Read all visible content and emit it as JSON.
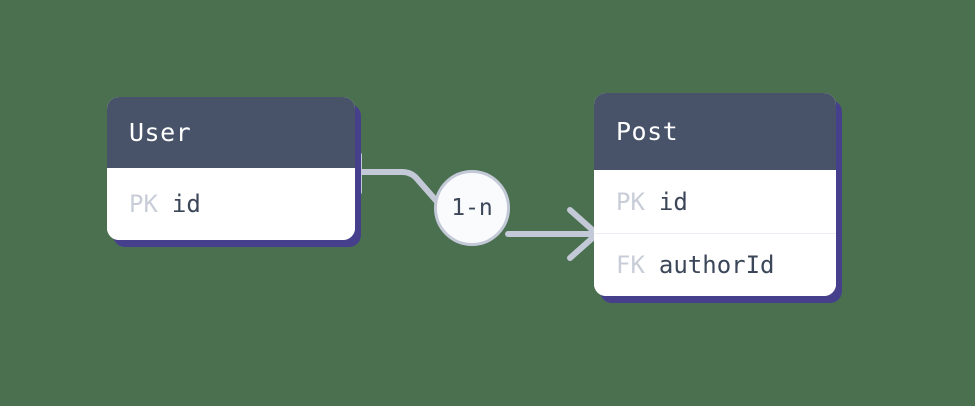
{
  "diagram": {
    "type": "entity-relationship-diagram",
    "background_color": "#4a7050",
    "entities": [
      {
        "id": "user",
        "title": "User",
        "header_color": "#48536a",
        "body_color": "#ffffff",
        "shadow_color": "#46408c",
        "attributes": [
          {
            "key": "PK",
            "name": "id"
          }
        ]
      },
      {
        "id": "post",
        "title": "Post",
        "header_color": "#48536a",
        "body_color": "#ffffff",
        "shadow_color": "#46408c",
        "attributes": [
          {
            "key": "PK",
            "name": "id"
          },
          {
            "key": "FK",
            "name": "authorId"
          }
        ]
      }
    ],
    "relationship": {
      "label": "1-n",
      "from": "User",
      "to": "Post",
      "from_cardinality": "one",
      "to_cardinality": "many",
      "line_color": "#c3c9d6",
      "bubble_fill": "#fafbfc",
      "bubble_border": "#c3c9d6"
    }
  }
}
